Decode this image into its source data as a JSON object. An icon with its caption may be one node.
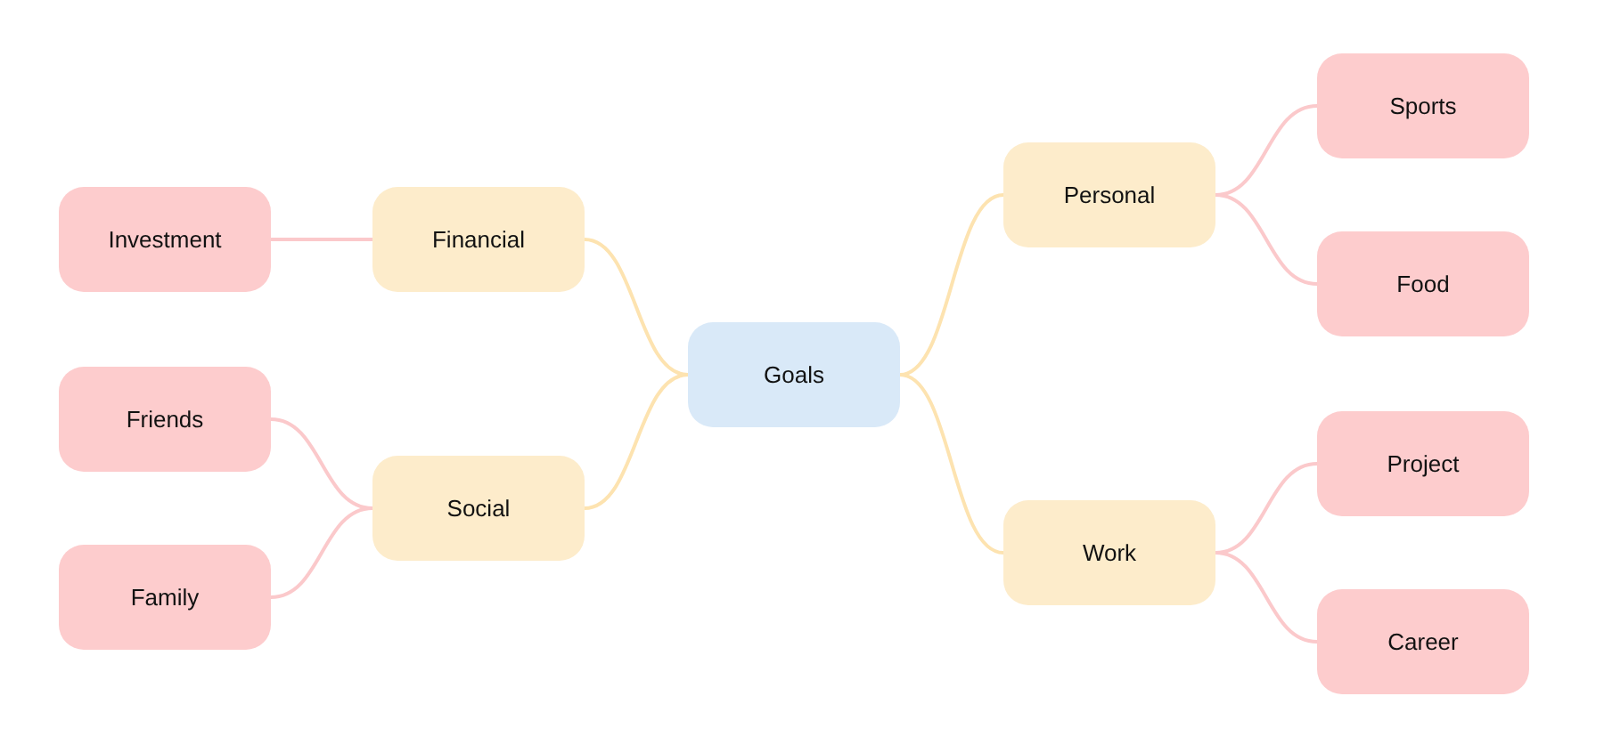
{
  "diagram": {
    "nodes": [
      {
        "text": [
          "Goals"
        ]
      },
      {
        "text": [
          "Financial"
        ]
      },
      {
        "text": [
          "Investment"
        ]
      },
      {
        "text": [
          "Social"
        ]
      },
      {
        "text": [
          "Friends"
        ]
      },
      {
        "text": [
          "Family"
        ]
      },
      {
        "text": [
          "Personal"
        ]
      },
      {
        "text": [
          "Sports"
        ]
      },
      {
        "text": [
          "Food"
        ]
      },
      {
        "text": [
          "Work"
        ]
      },
      {
        "text": [
          "Project"
        ]
      },
      {
        "text": [
          "Career"
        ]
      }
    ],
    "edges": [
      {
        "from": 0,
        "to": 1,
        "arrow": "none",
        "color": "#fde3b0"
      },
      {
        "from": 1,
        "to": 2,
        "arrow": "none"
      },
      {
        "from": 0,
        "to": 3,
        "arrow": "none",
        "color": "#fde3b0"
      },
      {
        "from": 3,
        "to": 4,
        "arrow": "none"
      },
      {
        "from": 3,
        "to": 5,
        "arrow": "none"
      },
      {
        "from": 0,
        "to": 6,
        "arrow": "none",
        "color": "#fde3b0"
      },
      {
        "from": 6,
        "to": 7,
        "arrow": "none"
      },
      {
        "from": 6,
        "to": 8,
        "arrow": "none"
      },
      {
        "from": 0,
        "to": 9,
        "arrow": "none",
        "color": "#fde3b0"
      },
      {
        "from": 9,
        "to": 10,
        "arrow": "none"
      },
      {
        "from": 9,
        "to": 11,
        "arrow": "none"
      }
    ]
  }
}
